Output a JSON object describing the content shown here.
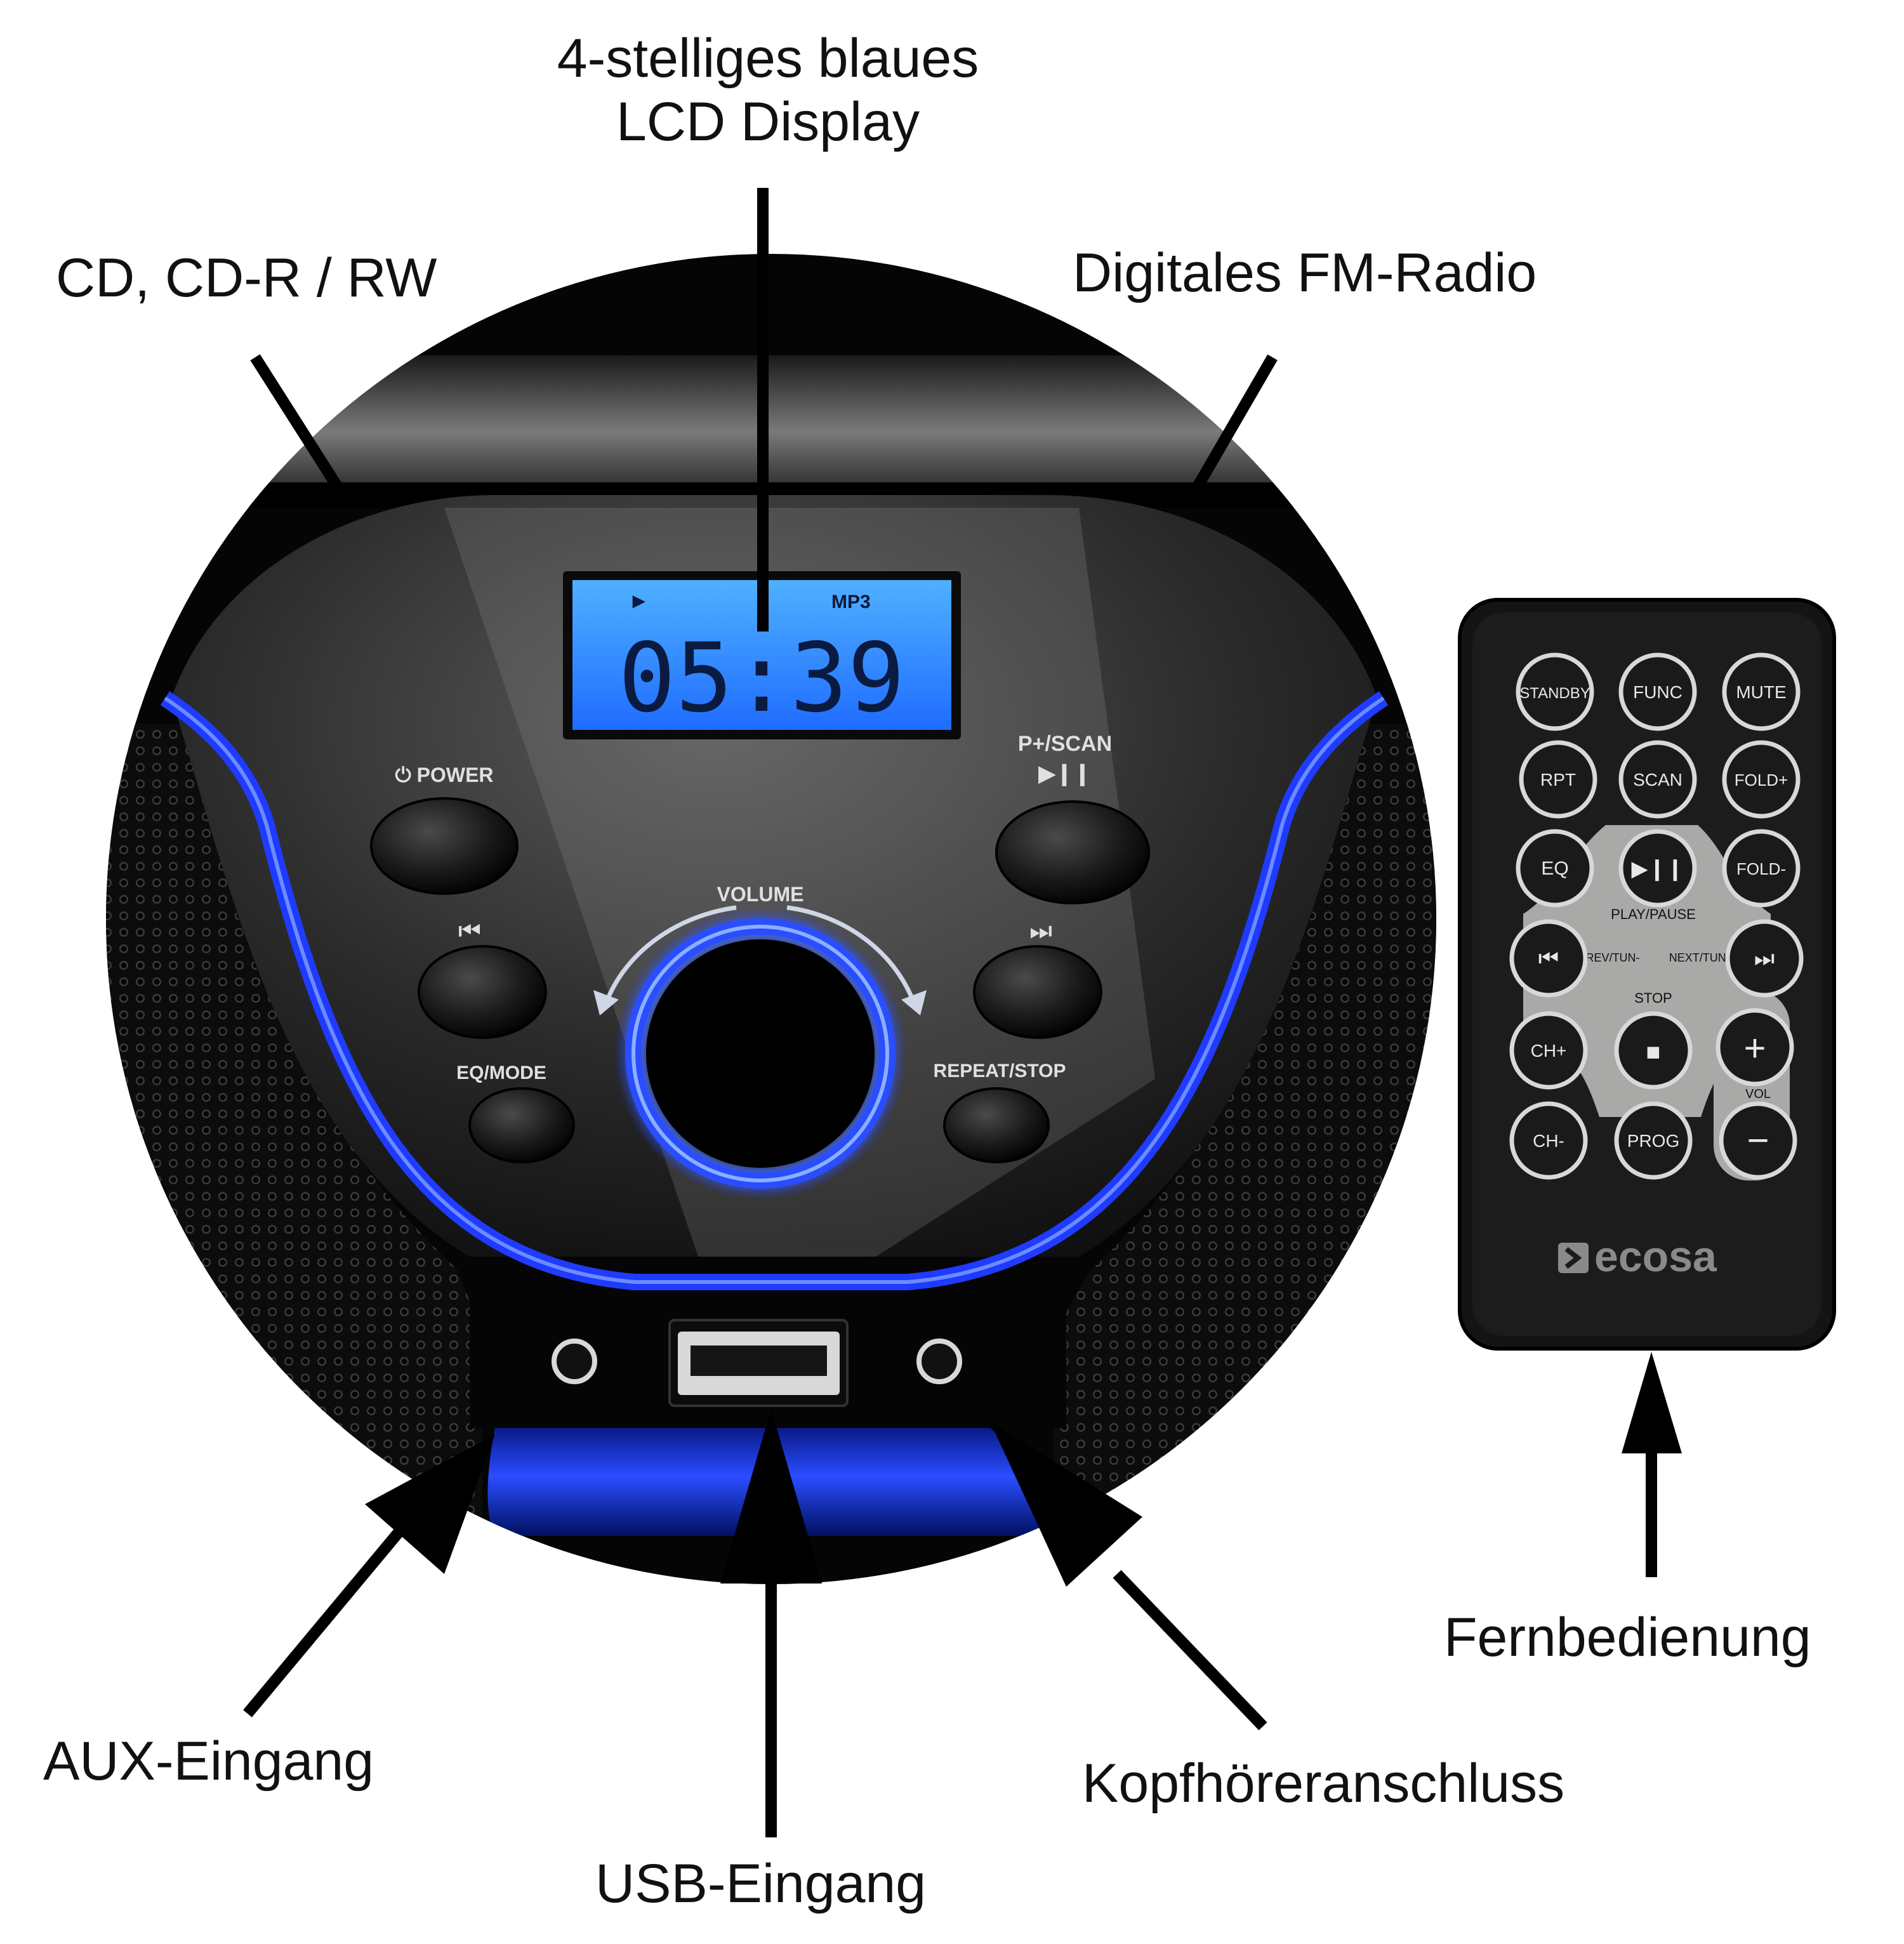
{
  "callouts": {
    "lcd": {
      "line1": "4-stelliges blaues",
      "line2": "LCD Display"
    },
    "cd": "CD, CD-R / RW",
    "radio": "Digitales FM-Radio",
    "aux": "AUX-Eingang",
    "usb": "USB-Eingang",
    "headphone": "Kopfhöreranschluss",
    "remote": "Fernbedienung"
  },
  "device": {
    "lcd": {
      "indicator": "►",
      "format": "MP3",
      "time": "05:39"
    },
    "buttons": {
      "power": "⏻ POWER",
      "scan": "P+/SCAN",
      "scan_icon": "▶❙❙",
      "prev_icon": "⏮",
      "next_icon": "⏭",
      "volume": "VOLUME",
      "eq_mode": "EQ/MODE",
      "repeat_stop": "REPEAT/STOP"
    }
  },
  "remote": {
    "buttons": {
      "standby": "STANDBY",
      "func": "FUNC",
      "mute": "MUTE",
      "rpt": "RPT",
      "scan": "SCAN",
      "fold_plus": "FOLD+",
      "eq": "EQ",
      "play_pause_icon": "▶❙❙",
      "fold_minus": "FOLD-",
      "prev_icon": "⏮",
      "next_icon": "⏭",
      "ch_plus": "CH+",
      "stop_icon": "■",
      "vol_plus": "+",
      "ch_minus": "CH-",
      "prog": "PROG",
      "vol_minus": "−"
    },
    "labels": {
      "play_pause": "PLAY/PAUSE",
      "prev": "PREV/TUN-",
      "next": "NEXT/TUN+",
      "stop": "STOP",
      "vol": "VOL"
    },
    "brand": "ecosa"
  },
  "colors": {
    "accent_blue": "#1f3bff",
    "lcd_blue": "#2f8cff",
    "body_black": "#101010"
  }
}
